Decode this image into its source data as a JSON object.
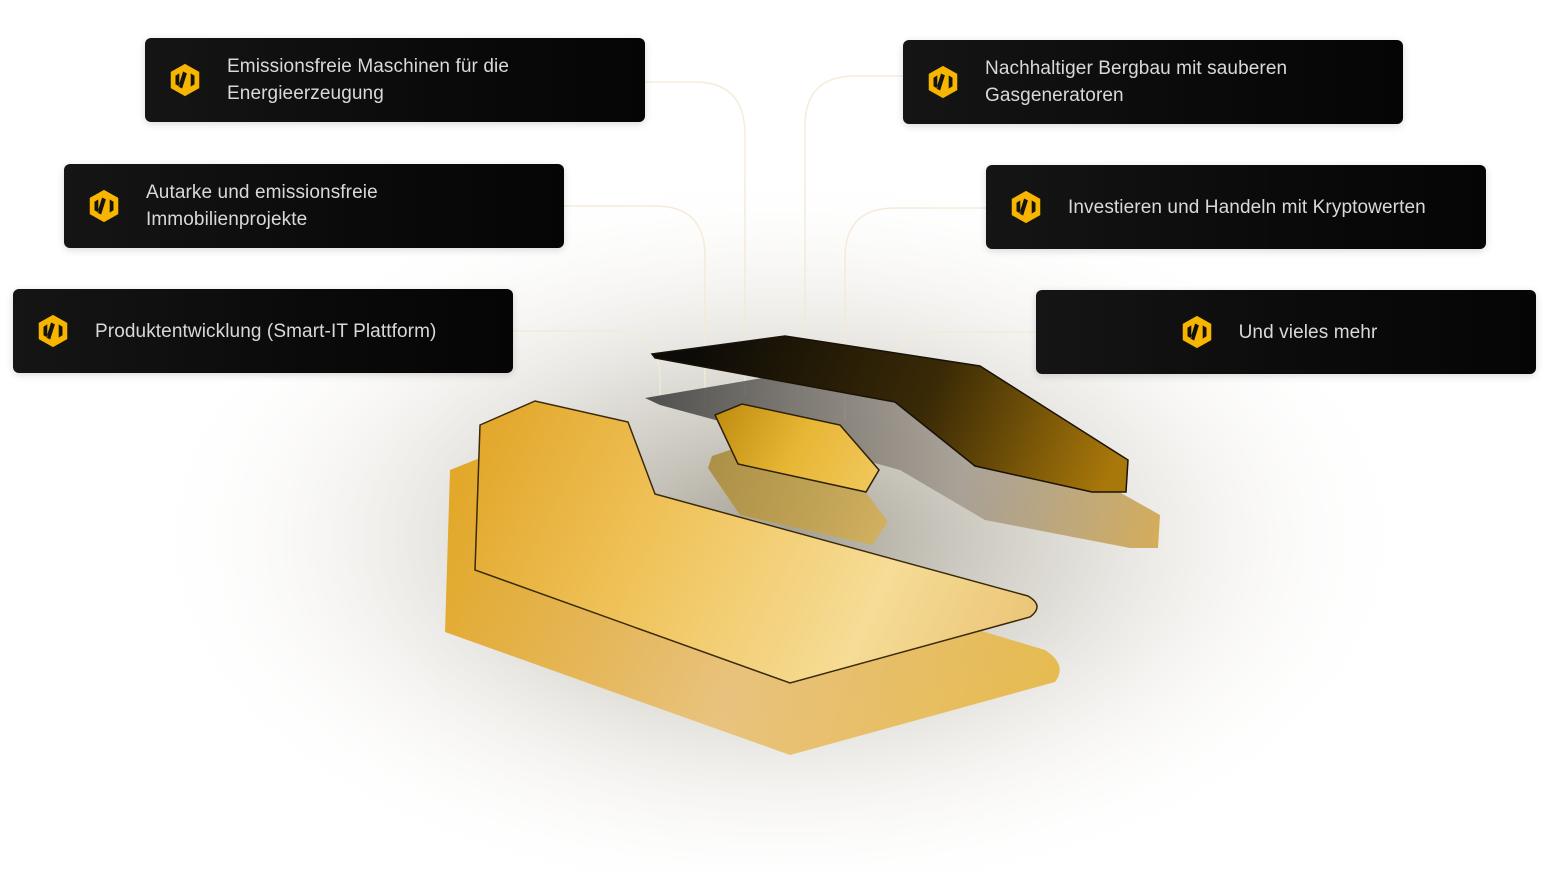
{
  "colors": {
    "accent": "#F7B500",
    "card_background": "#0B0B0B",
    "card_text": "#D9D9D9"
  },
  "cards": [
    {
      "label": "Emissionsfreie Maschinen für die\nEnergieerzeugung",
      "icon": "hexagon-logo-icon"
    },
    {
      "label": "Autarke und emissionsfreie\nImmobilienprojekte",
      "icon": "hexagon-logo-icon"
    },
    {
      "label": "Produktentwicklung (Smart-IT Plattform)",
      "icon": "hexagon-logo-icon"
    },
    {
      "label": "Nachhaltiger Bergbau mit sauberen\nGasgeneratoren",
      "icon": "hexagon-logo-icon"
    },
    {
      "label": "Investieren und Handeln mit Kryptowerten",
      "icon": "hexagon-logo-icon"
    },
    {
      "label": "Und vieles mehr",
      "icon": "hexagon-logo-icon"
    }
  ]
}
